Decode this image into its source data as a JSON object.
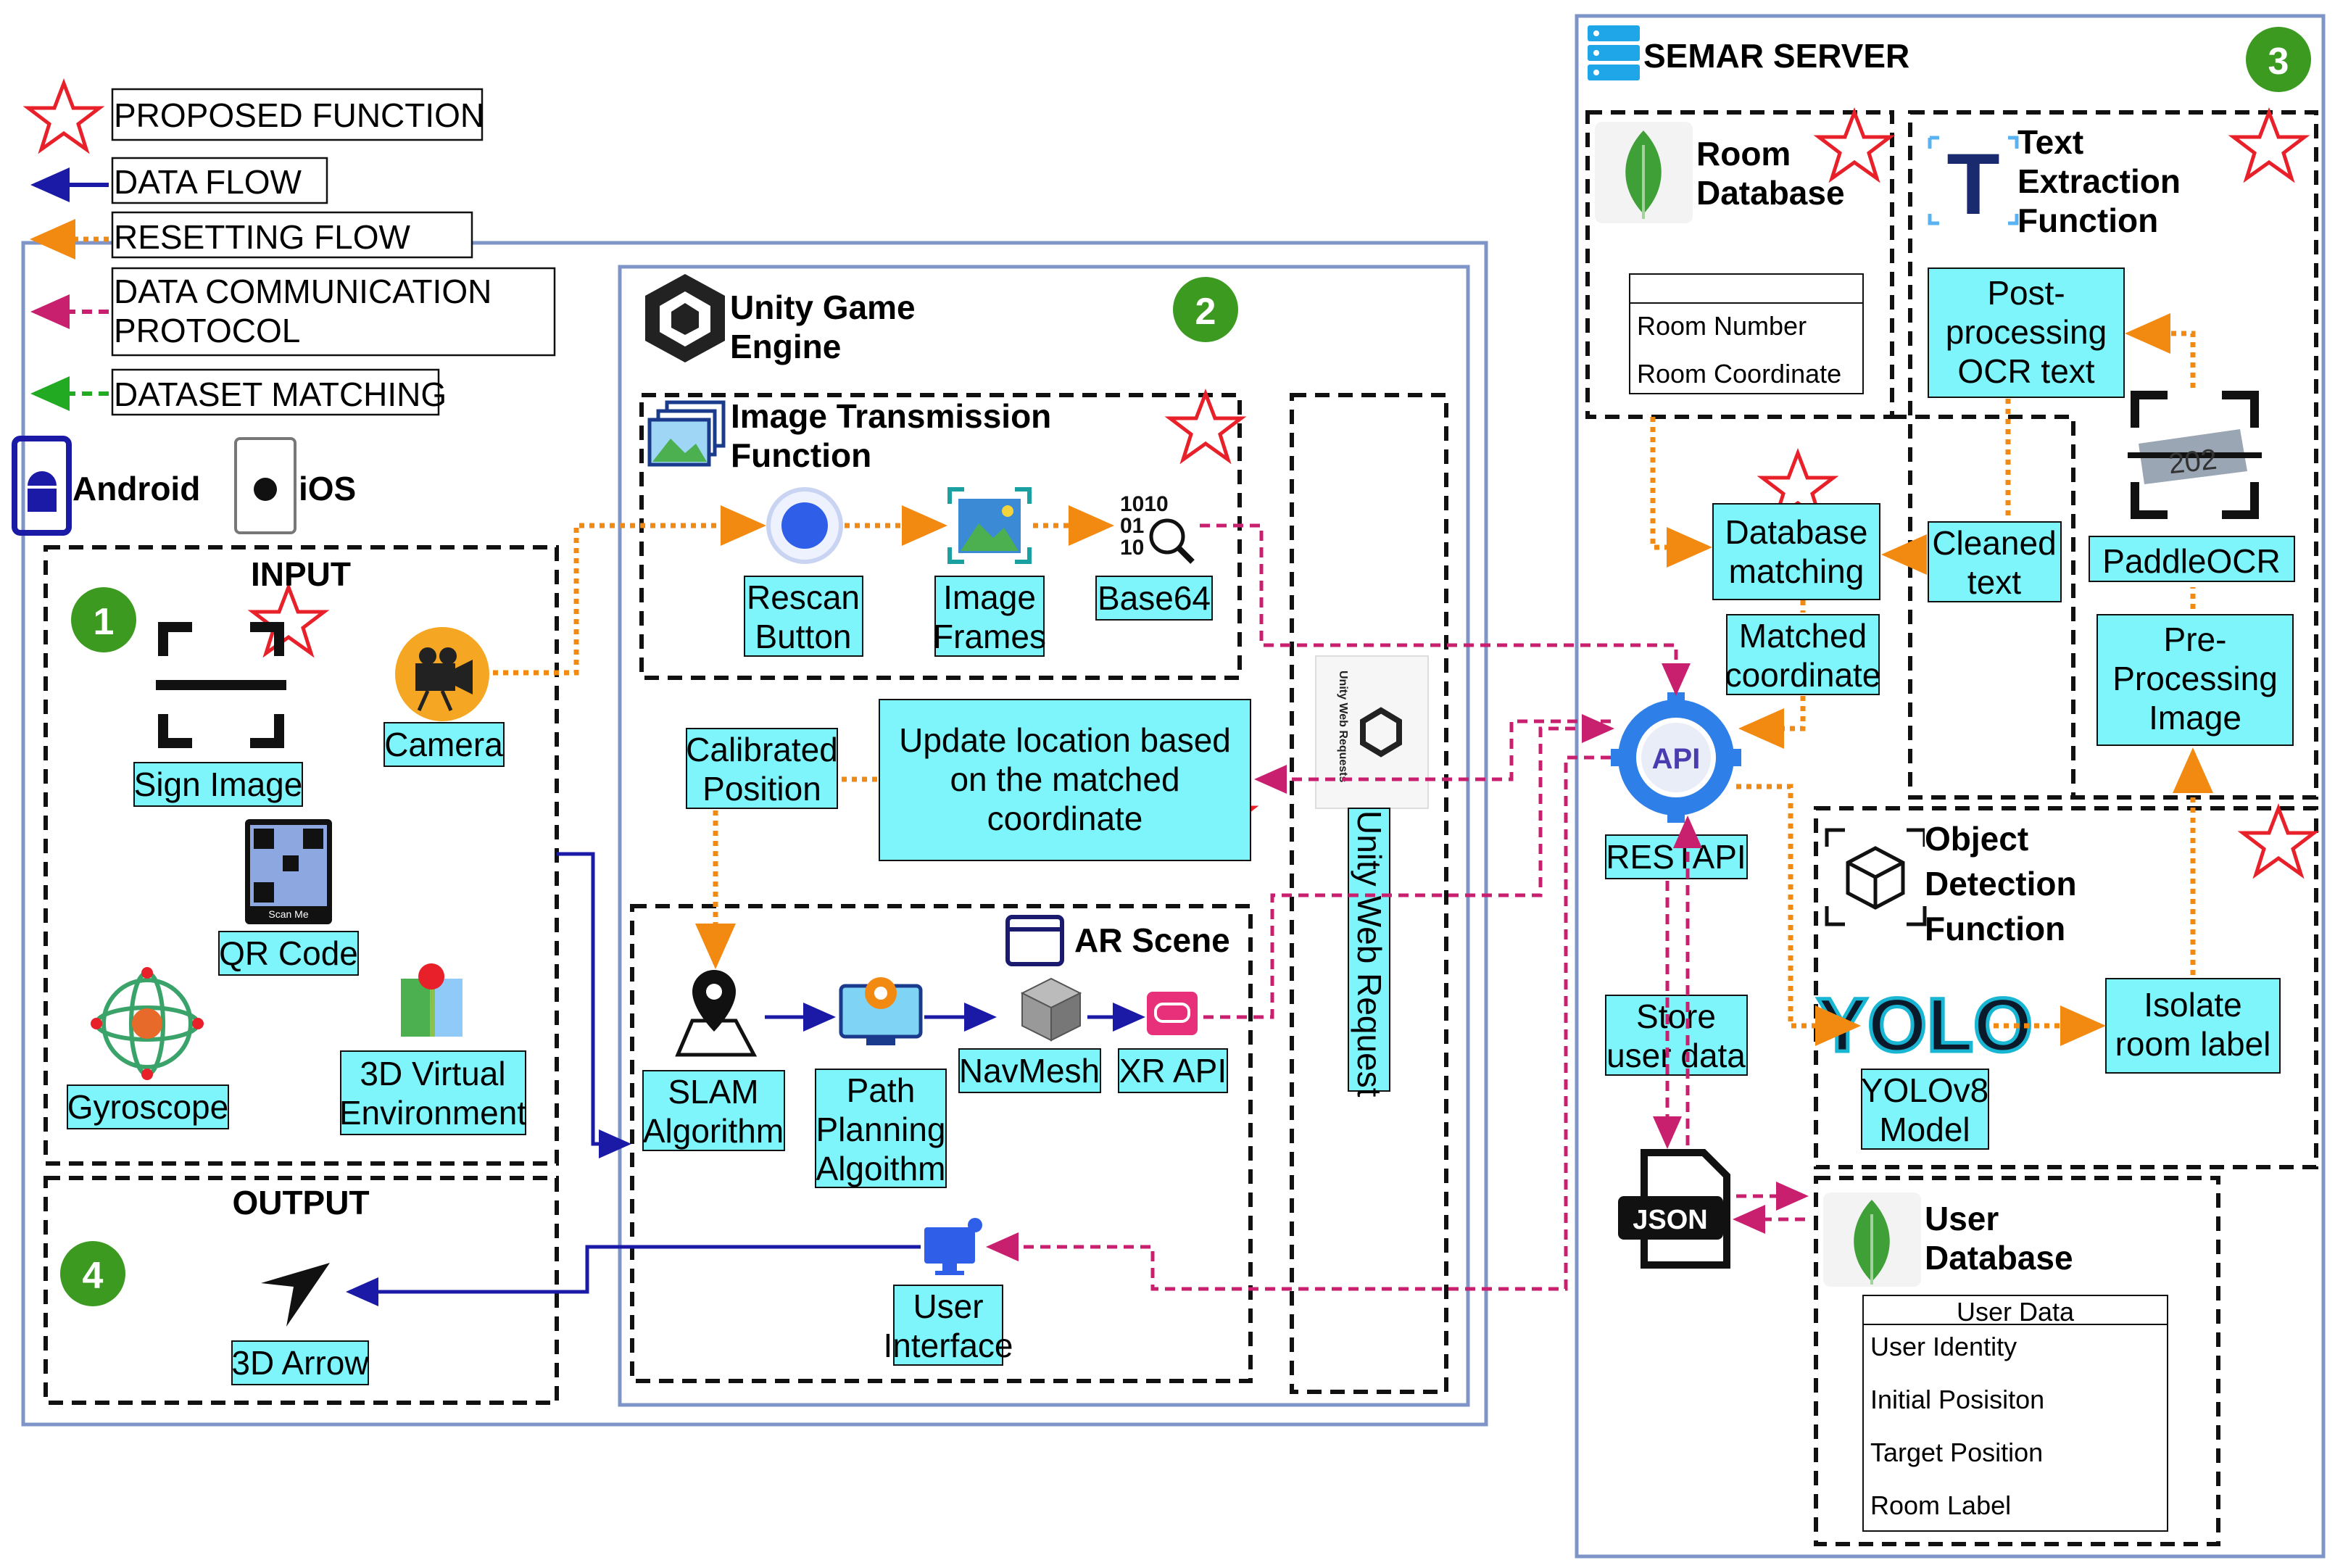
{
  "legend": {
    "proposed": "PROPOSED FUNCTION",
    "data_flow": "DATA FLOW",
    "resetting_flow": "RESETTING FLOW",
    "comm_line1": "DATA COMMUNICATION",
    "comm_line2": "PROTOCOL",
    "dataset_matching": "DATASET MATCHING"
  },
  "platform": {
    "android": "Android",
    "ios": "iOS"
  },
  "input": {
    "title": "INPUT",
    "sign_image": "Sign Image",
    "camera": "Camera",
    "qr_code": "QR Code",
    "qr_caption": "Scan Me",
    "gyroscope": "Gyroscope",
    "env_line1": "3D Virtual",
    "env_line2": "Environment"
  },
  "output": {
    "title": "OUTPUT",
    "arrow": "3D Arrow"
  },
  "unity": {
    "title_line1": "Unity Game",
    "title_line2": "Engine",
    "web_request": "Unity Web Request",
    "web_request_logo": "Unity Web Requests"
  },
  "image_tx": {
    "title_line1": "Image Transmission",
    "title_line2": "Function",
    "rescan_line1": "Rescan",
    "rescan_line2": "Button",
    "frames_line1": "Image",
    "frames_line2": "Frames",
    "base64": "Base64"
  },
  "calibrated": {
    "line1": "Calibrated",
    "line2": "Position"
  },
  "update": {
    "line1": "Update location based",
    "line2": "on the matched",
    "line3": "coordinate"
  },
  "ar": {
    "title": "AR Scene",
    "slam_line1": "SLAM",
    "slam_line2": "Algorithm",
    "path_line1": "Path",
    "path_line2": "Planning",
    "path_line3": "Algoithm",
    "navmesh": "NavMesh",
    "xr": "XR API",
    "ui_line1": "User",
    "ui_line2": "Interface"
  },
  "server": {
    "title": "SEMAR SERVER",
    "room_db_line1": "Room",
    "room_db_line2": "Database",
    "room_fields": [
      "Room Number",
      "Room Coordinate"
    ],
    "text_fn_line1": "Text",
    "text_fn_line2": "Extraction",
    "text_fn_line3": "Function",
    "post_line1": "Post-",
    "post_line2": "processing",
    "post_line3": "OCR text",
    "dbm_line1": "Database",
    "dbm_line2": "matching",
    "cleaned_line1": "Cleaned",
    "cleaned_line2": "text",
    "paddle": "PaddleOCR",
    "ocr_sample": "202",
    "matched_line1": "Matched",
    "matched_line2": "coordinate",
    "pre_line1": "Pre-",
    "pre_line2": "Processing",
    "pre_line3": "Image",
    "api_logo": "API",
    "restapi": "RESTAPI",
    "obj_line1": "Object",
    "obj_line2": "Detection",
    "obj_line3": "Function",
    "store_line1": "Store",
    "store_line2": "user data",
    "yolo_logo": "YOLO",
    "yolo_line1": "YOLOv8",
    "yolo_line2": "Model",
    "isolate_line1": "Isolate",
    "isolate_line2": "room label",
    "json_logo": "JSON",
    "user_db_line1": "User",
    "user_db_line2": "Database",
    "user_data_header": "User Data",
    "user_fields": [
      "User Identity",
      "Initial Posisiton",
      "Target Position",
      "Room Label"
    ]
  },
  "badges": [
    "1",
    "2",
    "3",
    "4"
  ],
  "colors": {
    "data_flow": "#1a1aa6",
    "resetting_flow": "#f28a12",
    "comm_protocol": "#c8206e",
    "dataset_matching": "#22aa22",
    "cyan_box": "#7df5fb",
    "badge_green": "#3b9a1f",
    "panel_border": "#7f95c7",
    "star": "#e8202a"
  }
}
